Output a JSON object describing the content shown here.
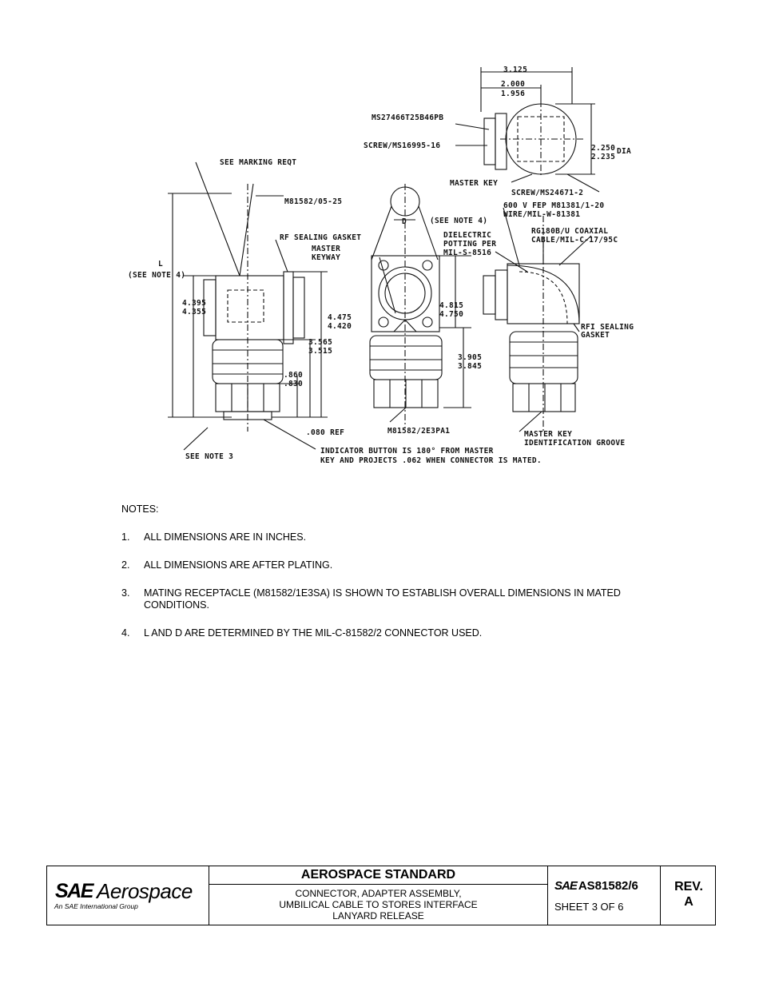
{
  "drawing": {
    "labels": {
      "dim_3125": "3.125",
      "dim_2000": "2.000",
      "dim_1956": "1.956",
      "ms27466": "MS27466T25B46PB",
      "screw_ms16995": "SCREW/MS16995-16",
      "dim_2250": "2.250",
      "dim_dia": "DIA",
      "dim_2235": "2.235",
      "master_key_top": "MASTER KEY",
      "screw_ms24671": "SCREW/MS24671-2",
      "see_marking": "SEE MARKING REQT",
      "m81582_05": "M81582/05-25",
      "d_label": "D",
      "see_note4_d": "(SEE NOTE 4)",
      "wire1": "600 V FEP M81381/1-20",
      "wire2": "WIRE/MIL-W-81381",
      "rf_seal": "RF SEALING GASKET",
      "dielectric1": "DIELECTRIC",
      "dielectric2": "POTTING PER",
      "dielectric3": "MIL-S-8516",
      "coax1": "RG180B/U COAXIAL",
      "coax2": "CABLE/MIL-C-17/95C",
      "master_keyway1": "MASTER",
      "master_keyway2": "KEYWAY",
      "l_label": "L",
      "see_note4_l": "(SEE NOTE 4)",
      "dim_4395": "4.395",
      "dim_4355": "4.355",
      "dim_4475": "4.475",
      "dim_4420": "4.420",
      "dim_4815": "4.815",
      "dim_4750": "4.750",
      "rfi_seal1": "RFI SEALING",
      "rfi_seal2": "GASKET",
      "dim_3565": "3.565",
      "dim_3515": "3.515",
      "dim_3905": "3.905",
      "dim_3845": "3.845",
      "dim_860": ".860",
      "dim_830": ".830",
      "dim_080": ".080 REF",
      "m81582_2e3": "M81582/2E3PA1",
      "master_key_id1": "MASTER KEY",
      "master_key_id2": "IDENTIFICATION GROOVE",
      "see_note3": "SEE NOTE 3",
      "indicator1": "INDICATOR BUTTON IS 180° FROM MASTER",
      "indicator2": "KEY AND PROJECTS .062 WHEN CONNECTOR IS MATED."
    }
  },
  "notes": {
    "title": "NOTES:",
    "items": [
      {
        "num": "1.",
        "text": "ALL DIMENSIONS ARE IN INCHES."
      },
      {
        "num": "2.",
        "text": "ALL DIMENSIONS ARE AFTER PLATING."
      },
      {
        "num": "3.",
        "text": "MATING RECEPTACLE (M81582/1E3SA) IS SHOWN TO ESTABLISH OVERALL DIMENSIONS IN MATED CONDITIONS."
      },
      {
        "num": "4.",
        "text": "L AND D ARE DETERMINED BY THE MIL-C-81582/2 CONNECTOR USED."
      }
    ]
  },
  "title_block": {
    "logo_mark": "SAE",
    "logo_word": "Aerospace",
    "logo_tagline": "An SAE International Group",
    "heading": "AEROSPACE STANDARD",
    "title_lines": [
      "CONNECTOR, ADAPTER ASSEMBLY,",
      "UMBILICAL CABLE TO STORES INTERFACE",
      "LANYARD RELEASE"
    ],
    "doc_prefix": "SAE",
    "doc_number": "AS81582/6",
    "sheet": "SHEET 3 OF 6",
    "rev_label": "REV.",
    "rev_value": "A"
  }
}
